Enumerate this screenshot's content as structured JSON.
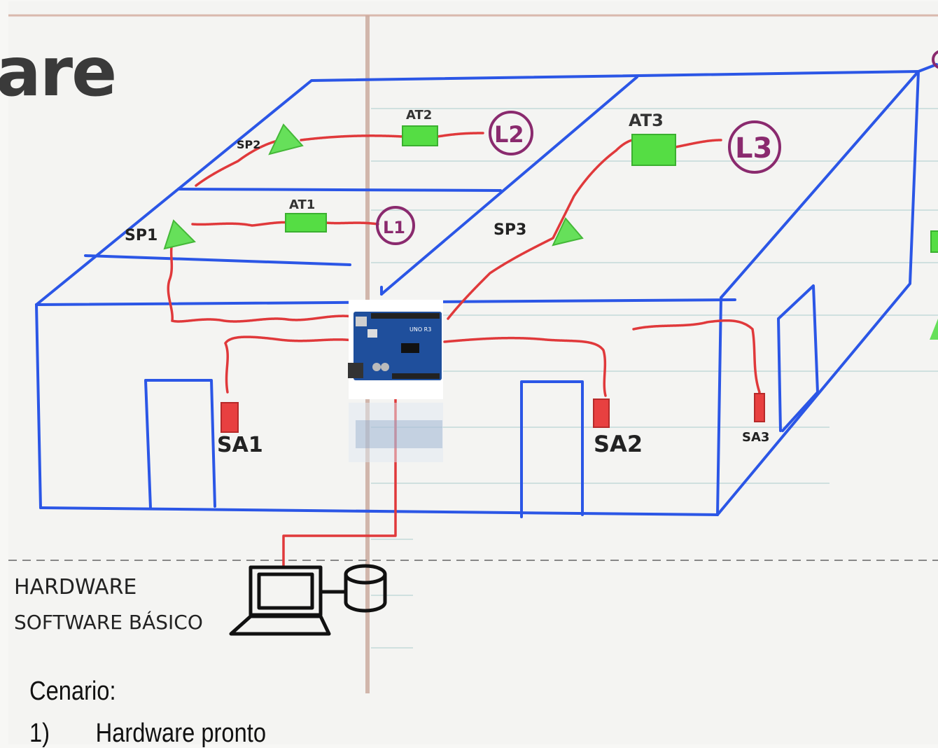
{
  "slide": {
    "title_fragment": "are",
    "scenario_label": "Cenario:",
    "list": [
      {
        "number": "1)",
        "text": "Hardware pronto"
      }
    ]
  },
  "diagram": {
    "labels": {
      "sp1": "SP1",
      "sp2": "SP2",
      "sp3": "SP3",
      "at1": "AT1",
      "at2": "AT2",
      "at3": "AT3",
      "l1": "L1",
      "l2": "L2",
      "l3": "L3",
      "sa1": "SA1",
      "sa2": "SA2",
      "sa3": "SA3",
      "board": "UNO R3",
      "hardware_line1": "HARDWARE",
      "hardware_line2": "SOFTWARE BÁSICO"
    },
    "colors": {
      "house": "#2b56e6",
      "wire": "#e0393b",
      "sensor": "#66e05a",
      "actuator": "#55dd44",
      "lamp": "#8a2a6e",
      "sa": "#e84040",
      "board": "#1f4f9c"
    }
  }
}
